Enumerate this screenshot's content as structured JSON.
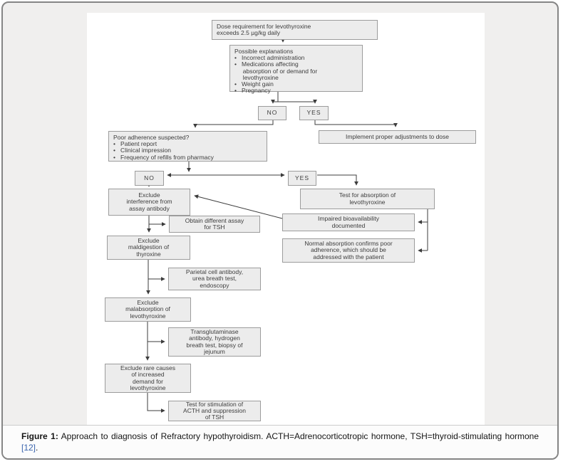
{
  "figure": {
    "caption": {
      "label": "Figure 1:",
      "text": "Approach to diagnosis of Refractory hypothyroidism. ACTH=Adrenocorticotropic hormone, TSH=thyroid-stimulating hormone",
      "reference": "[12]",
      "suffix": "."
    }
  },
  "flowchart": {
    "nodes": {
      "dose": "Dose requirement for levothyroxine\nexceeds 2.5 µg/kg daily",
      "explanations": "Possible explanations\n•   Incorrect administration\n•   Medications affecting\n     absorption of or demand for\n     levothyroxine\n•   Weight gain\n•   Pregnancy",
      "no1": "NO",
      "yes1": "YES",
      "implement": "Implement proper adjustments to dose",
      "adherence": "Poor adherence suspected?\n•   Patient report\n•   Clinical impression\n•   Frequency of refills from pharmacy",
      "no2": "NO",
      "yes2": "YES",
      "exclude_interference": "Exclude\ninterference from\nassay antibody",
      "test_absorption": "Test for absorption of\nlevothyroxine",
      "obtain_assay": "Obtain different assay\nfor TSH",
      "impaired": "Impaired bioavailability\ndocumented",
      "maldigestion": "Exclude\nmaldigestion of\nthyroxine",
      "normal_absorption": "Normal absorption confirms poor\nadherence, which should be\naddressed with the patient",
      "parietal": "Parietal cell antibody,\nurea breath test,\nendoscopy",
      "malabsorption": "Exclude\nmalabsorption of\nlevothyroxine",
      "transglutaminase": "Transglutaminase\nantibody, hydrogen\nbreath test, biopsy of\njejunum",
      "rare_causes": "Exclude rare causes\nof increased\ndemand for\nlevothyroxine",
      "test_stimulation": "Test for stimulation of\nACTH and suppression\nof TSH"
    },
    "colors": {
      "box_fill": "#ececec",
      "box_border": "#9c9c9c",
      "line": "#3c3c3c",
      "text": "#3d3d3d",
      "citation_blue": "#3a64ad",
      "frame_background": "#f0efee"
    }
  }
}
